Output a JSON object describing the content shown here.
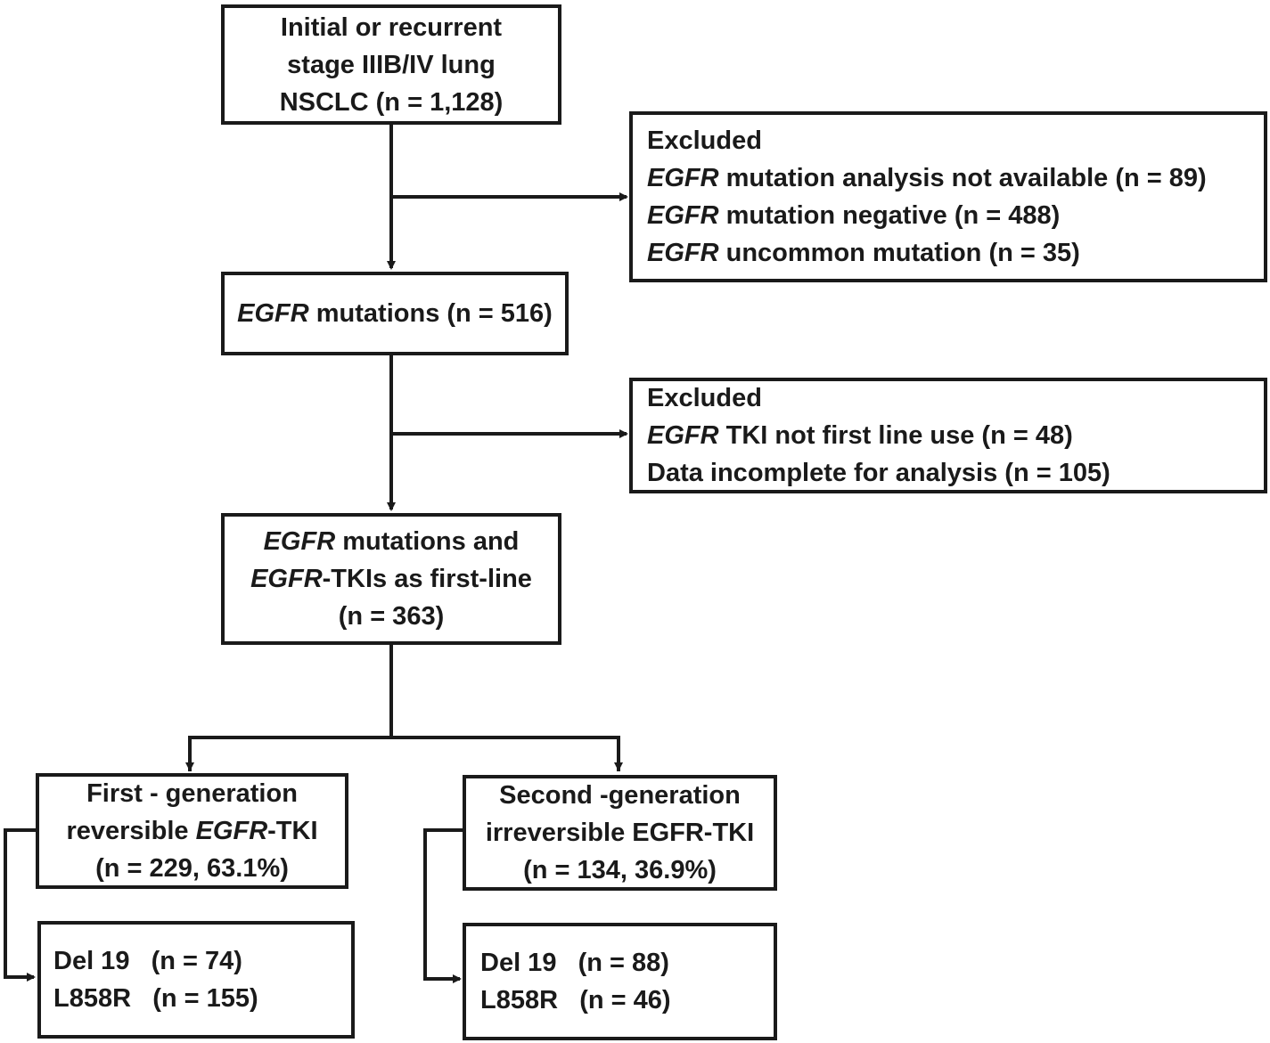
{
  "boxes": {
    "initial": {
      "lines": [
        "Initial or recurrent",
        "stage IIIB/IV lung",
        "NSCLC (n = 1,128)"
      ]
    },
    "excluded1": {
      "title": "Excluded",
      "items": [
        {
          "gene": "EGFR",
          "text": "mutation analysis not available (n = 89)"
        },
        {
          "gene": "EGFR",
          "text": "mutation negative (n = 488)"
        },
        {
          "gene": "EGFR",
          "text": "uncommon mutation (n = 35)"
        }
      ]
    },
    "egfr_mutations": {
      "gene": "EGFR",
      "text": "mutations (n = 516)"
    },
    "excluded2": {
      "title": "Excluded",
      "items": [
        {
          "gene": "EGFR",
          "text": "TKI not first line use (n = 48)"
        },
        {
          "gene": "",
          "text": "Data incomplete for analysis (n = 105)"
        }
      ]
    },
    "first_line": {
      "line1_gene": "EGFR",
      "line1_text": "mutations and",
      "line2_gene": "EGFR",
      "line2_text": "-TKIs as first-line",
      "line3": "(n  = 363)"
    },
    "first_gen": {
      "line1": "First - generation",
      "line2_pre": "reversible ",
      "line2_gene": "EGFR",
      "line2_post": "-TKI",
      "line3": "(n = 229, 63.1%)"
    },
    "second_gen": {
      "line1": "Second -generation",
      "line2": "irreversible EGFR-TKI",
      "line3": "(n = 134, 36.9%)"
    },
    "first_gen_sub": {
      "items": [
        "Del 19   (n = 74)",
        "L858R   (n = 155)"
      ]
    },
    "second_gen_sub": {
      "items": [
        "Del 19   (n = 88)",
        "L858R   (n = 46)"
      ]
    }
  }
}
